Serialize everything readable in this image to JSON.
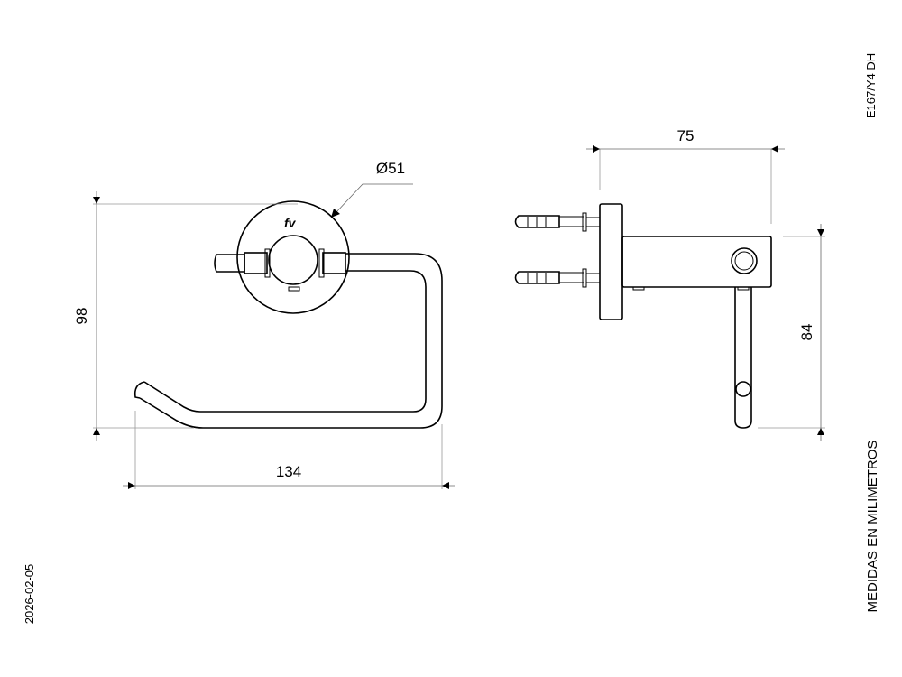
{
  "drawing": {
    "code": "E167/Y4 DH",
    "date": "2026-02-05",
    "units_note": "MEDIDAS EN MILIMETROS",
    "logo_text": "fv"
  },
  "front_view": {
    "height_dim": "98",
    "width_dim": "134",
    "diameter_dim": "Ø51"
  },
  "side_view": {
    "depth_dim": "75",
    "height_dim": "84"
  }
}
